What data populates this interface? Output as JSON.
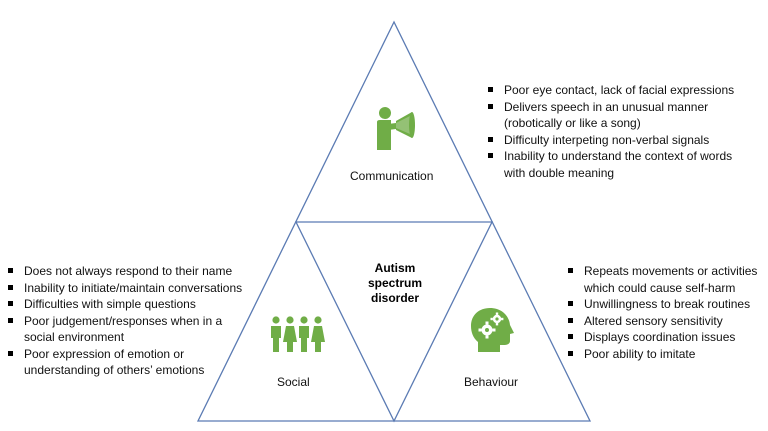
{
  "colors": {
    "outline": "#5b7bb3",
    "icon_green": "#70ad47",
    "text": "#111111"
  },
  "sections": {
    "communication": {
      "label": "Communication",
      "icon": "megaphone-person-icon",
      "bullets": [
        {
          "line1": "Poor eye contact, lack of facial expressions",
          "line2": ""
        },
        {
          "line1": "Delivers speech in an unusual manner",
          "line2": "(robotically or like a song)"
        },
        {
          "line1": "Difficulty interpeting non-verbal signals",
          "line2": ""
        },
        {
          "line1": "Inability to understand the context of words",
          "line2": "with double meaning"
        }
      ]
    },
    "social": {
      "label": "Social",
      "icon": "group-of-people-icon",
      "bullets": [
        {
          "line1": "Does not always respond to their name",
          "line2": ""
        },
        {
          "line1": "Inability to initiate/maintain conversations",
          "line2": ""
        },
        {
          "line1": "Difficulties with simple questions",
          "line2": ""
        },
        {
          "line1": "Poor judgement/responses when in a",
          "line2": "social environment"
        },
        {
          "line1": "Poor expression of emotion or",
          "line2": "understanding of others’ emotions"
        }
      ]
    },
    "behaviour": {
      "label": "Behaviour",
      "icon": "head-with-gears-icon",
      "bullets": [
        {
          "line1": "Repeats movements or activities",
          "line2": "which could cause self-harm"
        },
        {
          "line1": "Unwillingness to break routines",
          "line2": ""
        },
        {
          "line1": "Altered sensory sensitivity",
          "line2": ""
        },
        {
          "line1": "Displays coordination issues",
          "line2": ""
        },
        {
          "line1": "Poor ability to imitate",
          "line2": ""
        }
      ]
    }
  },
  "center": {
    "line1": "Autism",
    "line2": "spectrum",
    "line3": "disorder"
  }
}
